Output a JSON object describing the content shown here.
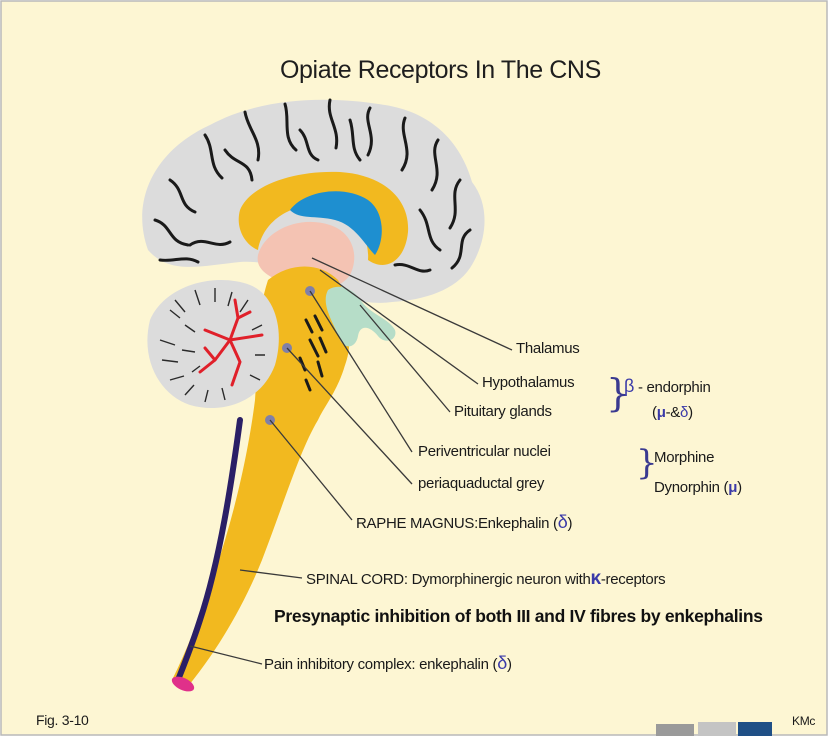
{
  "title": "Opiate Receptors In The CNS",
  "labels": {
    "thalamus": "Thalamus",
    "hypothalamus": "Hypothalamus",
    "pituitary": "Pituitary glands",
    "periventricular": "Periventricular nuclei",
    "periaquaductal": "periaquaductal grey",
    "raphe": "RAPHE MAGNUS:Enkephalin (",
    "raphe_symbol": "δ",
    "raphe_close": ")",
    "spinal": "SPINAL CORD: Dymorphinergic neuron with",
    "spinal_symbol": "κ",
    "spinal_suffix": "-receptors",
    "presynaptic": "Presynaptic inhibition of both III and IV  fibres by enkephalins",
    "pain": "Pain inhibitory complex: enkephalin (",
    "pain_symbol": "δ",
    "pain_close": ")"
  },
  "legend": {
    "beta_symbol": "β",
    "beta_text": "- endorphin",
    "beta_receptors_open": "(",
    "beta_mu": "μ",
    "beta_receptors_mid": "-&",
    "beta_delta": "δ",
    "beta_receptors_close": ")",
    "morphine": "Morphine",
    "dynorphin": "Dynorphin (",
    "dynorphin_mu": "μ",
    "dynorphin_close": ")"
  },
  "footer": {
    "fig": "Fig. 3-10",
    "author": "KMc"
  },
  "colors": {
    "background": "#fdf6d3",
    "brain_grey": "#dcdcdc",
    "cord_yellow": "#f2b91f",
    "ventricle_blue": "#1e8fd0",
    "thalamus_pink": "#f4c3b3",
    "pituitary_green": "#b6ddc8",
    "nucleus_grey": "#8080a8",
    "cerebellum_red": "#e0202a",
    "cord_stripe": "#2a1f66",
    "cord_tip": "#e0308a"
  }
}
